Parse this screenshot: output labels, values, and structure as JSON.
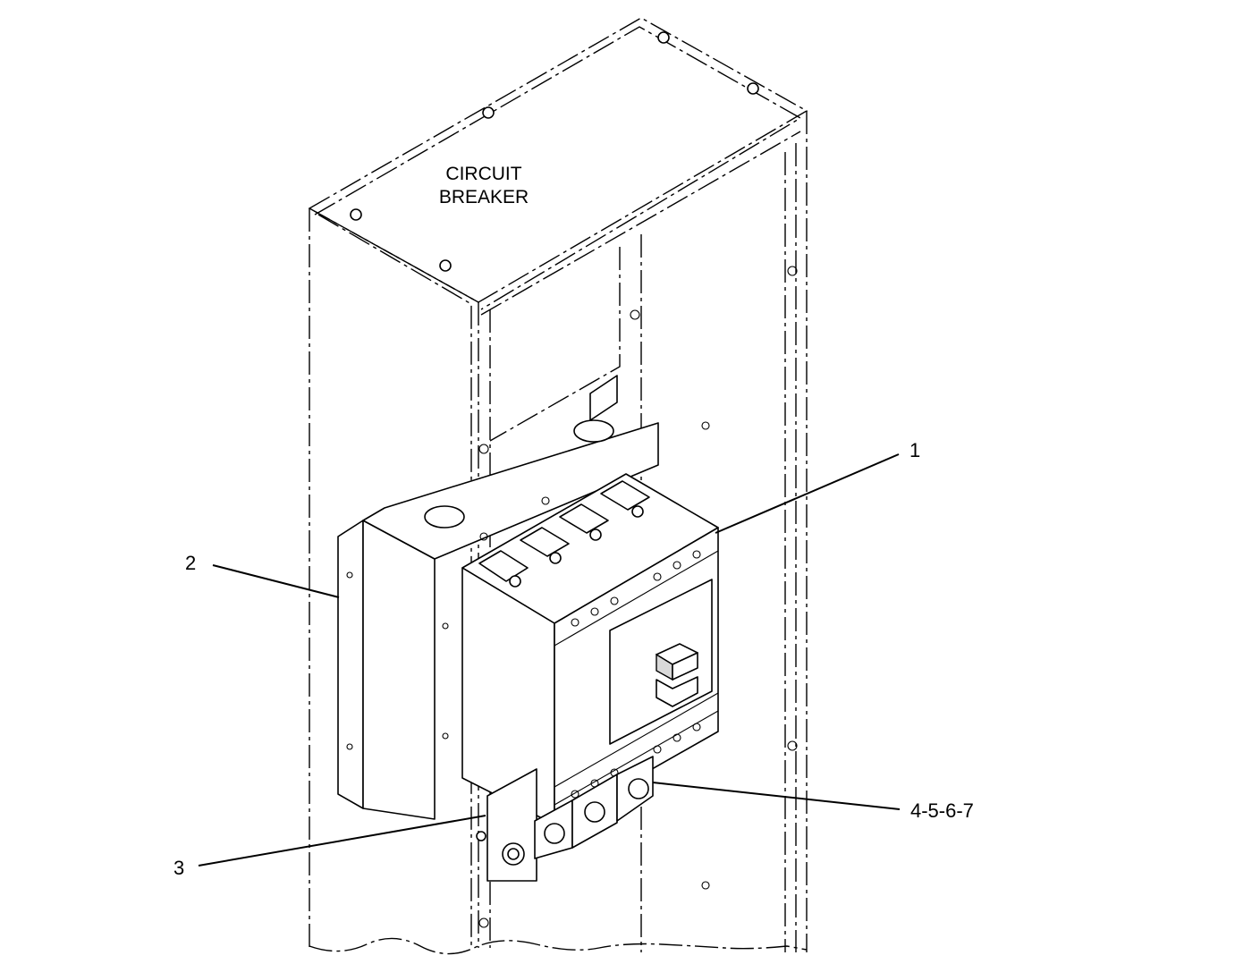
{
  "box_label": {
    "line1": "CIRCUIT",
    "line2": "BREAKER"
  },
  "callouts": [
    {
      "id": "1",
      "label": "1"
    },
    {
      "id": "2",
      "label": "2"
    },
    {
      "id": "3",
      "label": "3"
    },
    {
      "id": "4",
      "label": "4-5-6-7"
    }
  ]
}
